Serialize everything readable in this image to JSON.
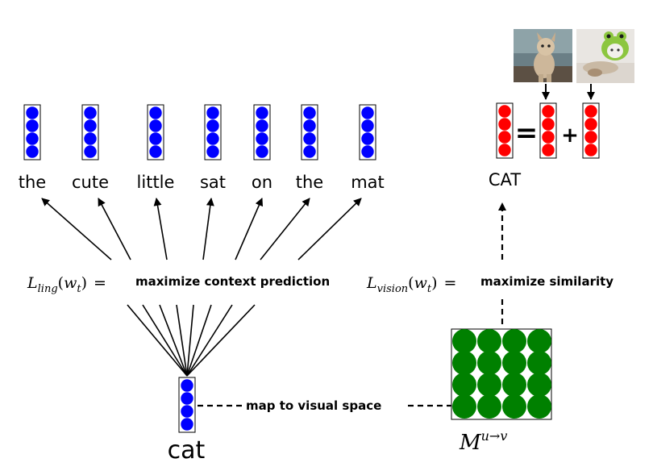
{
  "context_words": [
    "the",
    "cute",
    "little",
    "sat",
    "on",
    "the",
    "mat"
  ],
  "target_word": "cat",
  "concept_label": "CAT",
  "linguistic_loss": {
    "symbol": "L",
    "subscript": "ling",
    "argument": "w",
    "argument_subscript": "t",
    "equals": "=",
    "description": "maximize context prediction"
  },
  "vision_loss": {
    "symbol": "L",
    "subscript": "vision",
    "argument": "w",
    "argument_subscript": "t",
    "equals": "=",
    "description": "maximize similarity"
  },
  "mapping_label": "map to visual space",
  "mapping_matrix": {
    "symbol": "M",
    "superscript": "u→v"
  },
  "operators": {
    "equals": "=",
    "plus": "+"
  },
  "colors": {
    "word_vector": "#0000ff",
    "visual_vector": "#ff0000",
    "matrix": "#008000"
  },
  "images": [
    {
      "icon": "kitten-photo"
    },
    {
      "icon": "kitten-in-frog-hat-photo"
    }
  ]
}
